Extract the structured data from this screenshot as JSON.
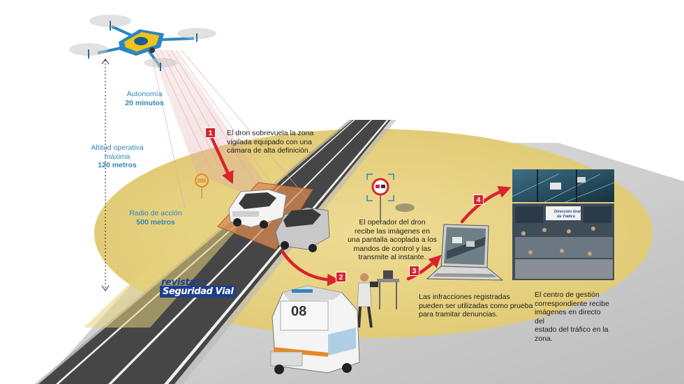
{
  "labels": {
    "autonomy_title": "Autonomía",
    "autonomy_value": "20 minutos",
    "altitude_title_1": "Altitud operativa",
    "altitude_title_2": "máxima",
    "altitude_value": "120 metros",
    "radius_title": "Radio de acción",
    "radius_value": "500 metros"
  },
  "steps": [
    {
      "number": "1",
      "lines": [
        "El dron sobrevuela la zona",
        "vigilada equipado con una",
        "cámara de alta definición."
      ]
    },
    {
      "number": "2",
      "lines": [
        "El operador del dron",
        "recibe las imágenes en",
        "una pantalla acoplada a los",
        "mandos de control y las",
        "transmite al instante."
      ]
    },
    {
      "number": "3",
      "lines": [
        "Las  infracciones registradas",
        "pueden ser utilizadas como prueba",
        "para tramitar denuncias."
      ]
    },
    {
      "number": "4",
      "lines": [
        "El centro de gestión",
        "correspondiente recibe",
        "imágenes en directo del",
        "estado del tráfico en la",
        "zona."
      ]
    }
  ],
  "van": {
    "number": "08"
  },
  "control_center_sign": {
    "line1": "Dirección Gral",
    "line2": "de Tráfico"
  },
  "logo": {
    "line1": "revista",
    "line2": "tráfico y",
    "line3": "Seguridad Vial"
  },
  "colors": {
    "zone": "#e8d68a",
    "zone_edge": "#d8c268",
    "road": "#4a4a4a",
    "ground": "#cfcfcf",
    "accent_red": "#d9232d",
    "drone_yellow": "#f2c318",
    "drone_blue": "#2b86c2",
    "label_blue": "#2f86b4"
  }
}
